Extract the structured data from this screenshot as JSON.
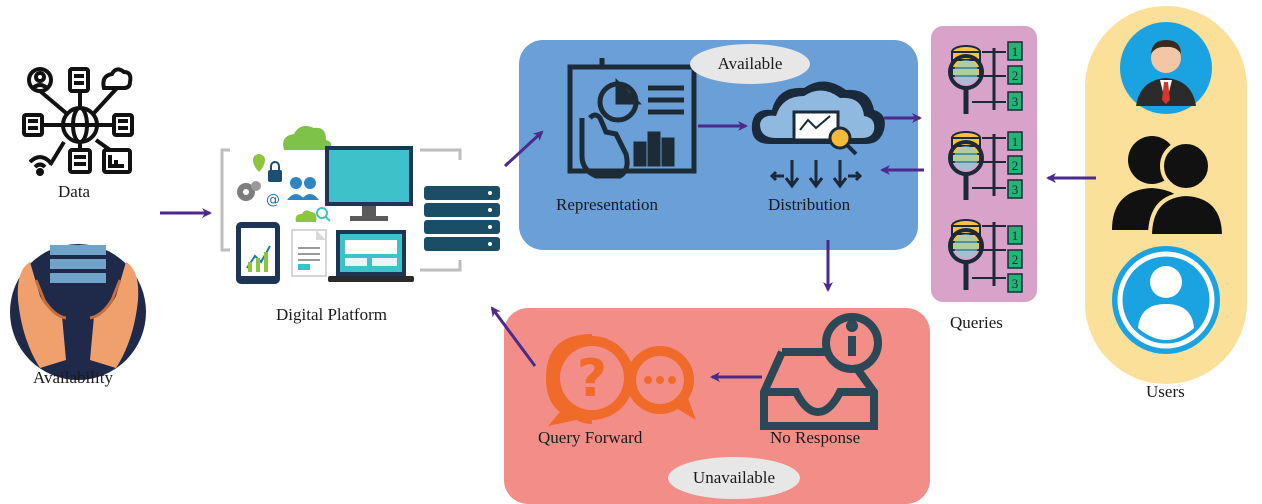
{
  "labels": {
    "data": "Data",
    "availability": "Availability",
    "digital_platform": "Digital Platform",
    "representation": "Representation",
    "distribution": "Distribution",
    "available": "Available",
    "queries": "Queries",
    "users": "Users",
    "query_forward": "Query Forward",
    "no_response": "No Response",
    "unavailable": "Unavailable"
  },
  "query_numbers": [
    [
      "1",
      "2",
      "3"
    ],
    [
      "1",
      "2",
      "3"
    ],
    [
      "1",
      "2",
      "3"
    ]
  ],
  "colors": {
    "available_panel": "#6a9fd8",
    "unavailable_panel": "#f28e87",
    "queries_panel": "#d9a3c9",
    "users_panel": "#fbe09a",
    "arrow": "#4b2a8c",
    "dark_slate": "#2c4755",
    "orange": "#f06a2a"
  },
  "icons": {
    "data": "data-network-icon",
    "availability": "hands-holding-server-icon",
    "digital_platform": "digital-platform-devices-icon",
    "server": "server-stack-icon",
    "representation": "presentation-board-icon",
    "distribution": "cloud-distribution-icon",
    "query": "database-search-icon",
    "user_top": "businessman-avatar-icon",
    "user_mid": "user-group-icon",
    "user_bottom": "user-circle-icon",
    "query_forward": "speech-bubbles-question-icon",
    "no_response": "inbox-info-icon"
  }
}
